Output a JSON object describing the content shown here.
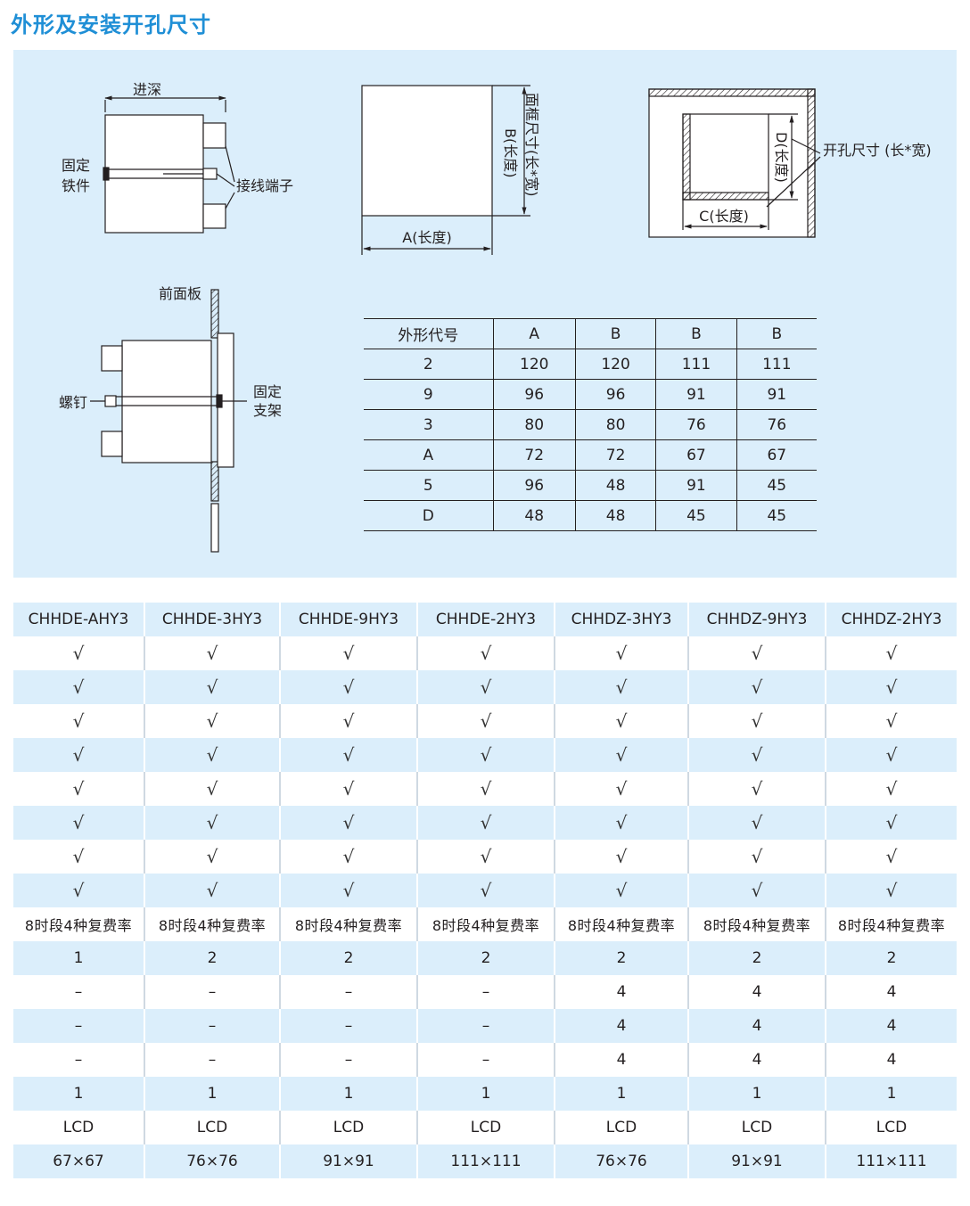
{
  "page": {
    "title": "外形及安装开孔尺寸"
  },
  "diagrams": {
    "side_view": {
      "depth": "进深",
      "fixed_iron": [
        "固定",
        "铁件"
      ],
      "terminal": "接线端子"
    },
    "front_view": {
      "frame_size": "面框尺寸(长*宽)",
      "b_length": "B(长度)",
      "a_length": "A(长度)"
    },
    "cutout_view": {
      "cutout_size": "开孔尺寸 (长*宽)",
      "d_length": "D(长度)",
      "c_length": "C(长度)"
    },
    "mount_view": {
      "front_panel": "前面板",
      "screw": "螺钉",
      "bracket": [
        "固定",
        "支架"
      ]
    }
  },
  "dimension_table": {
    "headers": [
      "外形代号",
      "A",
      "B",
      "B",
      "B"
    ],
    "rows": [
      [
        "2",
        "120",
        "120",
        "111",
        "111"
      ],
      [
        "9",
        "96",
        "96",
        "91",
        "91"
      ],
      [
        "3",
        "80",
        "80",
        "76",
        "76"
      ],
      [
        "A",
        "72",
        "72",
        "67",
        "67"
      ],
      [
        "5",
        "96",
        "48",
        "91",
        "45"
      ],
      [
        "D",
        "48",
        "48",
        "45",
        "45"
      ]
    ]
  },
  "spec_table": {
    "headers": [
      "CHHDE-AHY3",
      "CHHDE-3HY3",
      "CHHDE-9HY3",
      "CHHDE-2HY3",
      "CHHDZ-3HY3",
      "CHHDZ-9HY3",
      "CHHDZ-2HY3"
    ],
    "rows": [
      [
        "√",
        "√",
        "√",
        "√",
        "√",
        "√",
        "√"
      ],
      [
        "√",
        "√",
        "√",
        "√",
        "√",
        "√",
        "√"
      ],
      [
        "√",
        "√",
        "√",
        "√",
        "√",
        "√",
        "√"
      ],
      [
        "√",
        "√",
        "√",
        "√",
        "√",
        "√",
        "√"
      ],
      [
        "√",
        "√",
        "√",
        "√",
        "√",
        "√",
        "√"
      ],
      [
        "√",
        "√",
        "√",
        "√",
        "√",
        "√",
        "√"
      ],
      [
        "√",
        "√",
        "√",
        "√",
        "√",
        "√",
        "√"
      ],
      [
        "√",
        "√",
        "√",
        "√",
        "√",
        "√",
        "√"
      ],
      [
        "8时段4种复费率",
        "8时段4种复费率",
        "8时段4种复费率",
        "8时段4种复费率",
        "8时段4种复费率",
        "8时段4种复费率",
        "8时段4种复费率"
      ],
      [
        "1",
        "2",
        "2",
        "2",
        "2",
        "2",
        "2"
      ],
      [
        "–",
        "–",
        "–",
        "–",
        "4",
        "4",
        "4"
      ],
      [
        "–",
        "–",
        "–",
        "–",
        "4",
        "4",
        "4"
      ],
      [
        "–",
        "–",
        "–",
        "–",
        "4",
        "4",
        "4"
      ],
      [
        "1",
        "1",
        "1",
        "1",
        "1",
        "1",
        "1"
      ],
      [
        "LCD",
        "LCD",
        "LCD",
        "LCD",
        "LCD",
        "LCD",
        "LCD"
      ],
      [
        "67×67",
        "76×76",
        "91×91",
        "111×111",
        "76×76",
        "91×91",
        "111×111"
      ]
    ]
  },
  "colors": {
    "title": "#1f8fd6",
    "panel_bg": "#dbeefb",
    "line": "#231f20"
  }
}
